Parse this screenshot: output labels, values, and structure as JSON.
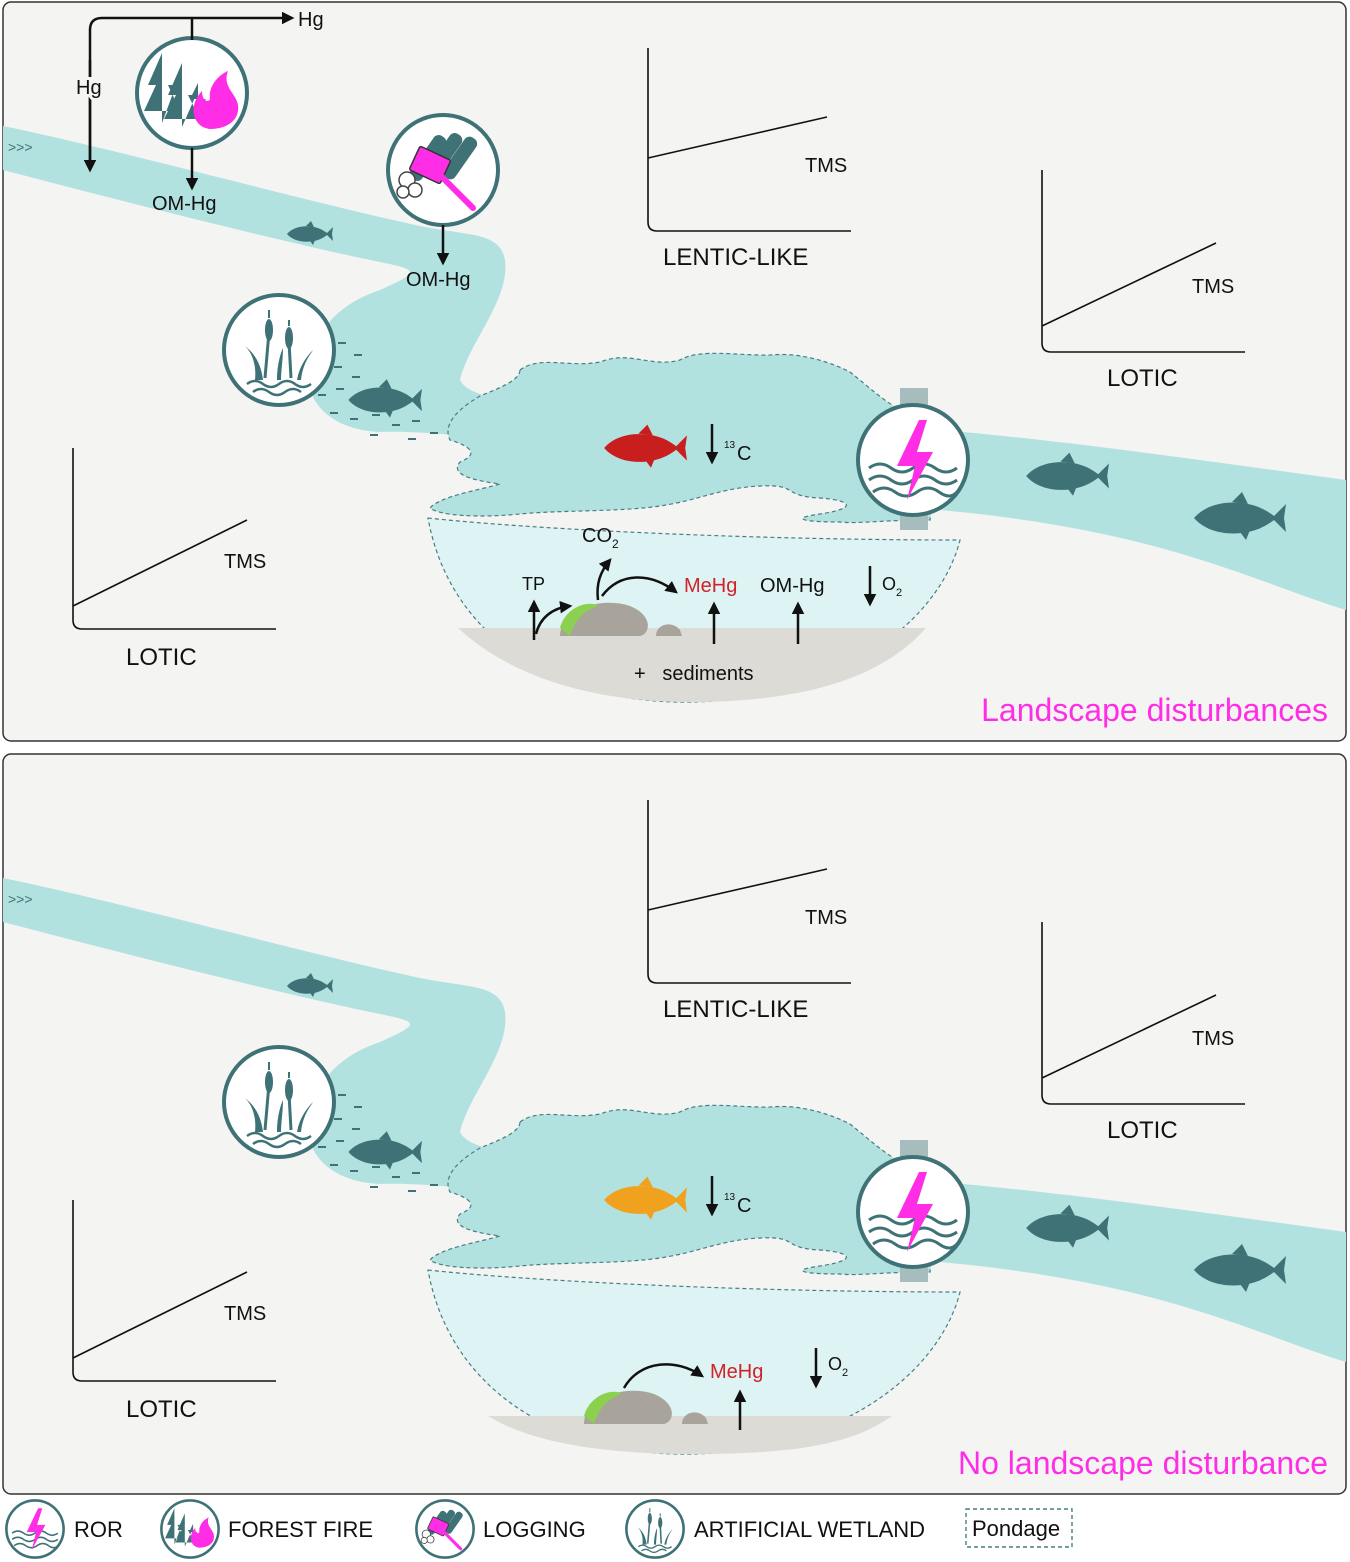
{
  "panels": [
    {
      "title": "Landscape disturbances",
      "inputs": {
        "hg_right": "Hg",
        "hg_left": "Hg",
        "omhg_fire": "OM-Hg",
        "omhg_logging": "OM-Hg"
      },
      "pond_process": {
        "c13": "13",
        "c13_suffix": "C",
        "co2": "CO",
        "co2_sub": "2",
        "tp": "TP",
        "mehg": "MeHg",
        "omhg": "OM-Hg",
        "o2": "O",
        "o2_sub": "2",
        "sediments": "+   sediments"
      },
      "graphs": {
        "left": {
          "curve": "TMS",
          "label": "LOTIC"
        },
        "middle": {
          "curve": "TMS",
          "label": "LENTIC-LIKE"
        },
        "right": {
          "curve": "TMS",
          "label": "LOTIC"
        }
      }
    },
    {
      "title": "No landscape disturbance",
      "pond_process": {
        "c13": "13",
        "c13_suffix": "C",
        "mehg": "MeHg",
        "o2": "O",
        "o2_sub": "2"
      },
      "graphs": {
        "left": {
          "curve": "TMS",
          "label": "LOTIC"
        },
        "middle": {
          "curve": "TMS",
          "label": "LENTIC-LIKE"
        },
        "right": {
          "curve": "TMS",
          "label": "LOTIC"
        }
      }
    }
  ],
  "legend": [
    {
      "icon": "ror-icon",
      "label": "ROR"
    },
    {
      "icon": "forest-fire-icon",
      "label": "FOREST FIRE"
    },
    {
      "icon": "logging-icon",
      "label": "LOGGING"
    },
    {
      "icon": "artificial-wetland-icon",
      "label": "ARTIFICIAL WETLAND"
    },
    {
      "icon": "pondage-icon",
      "label": "Pondage"
    }
  ],
  "colors": {
    "panel_bg": "#f4f4f2",
    "water": "#b2e2e0",
    "pond_lower": "#def3f3",
    "icon_teal": "#3f7276",
    "accent_magenta": "#ff2ee6",
    "fish_red": "#c81e1e",
    "fish_orange": "#f0a21e",
    "mehg_text": "#d0222a"
  }
}
